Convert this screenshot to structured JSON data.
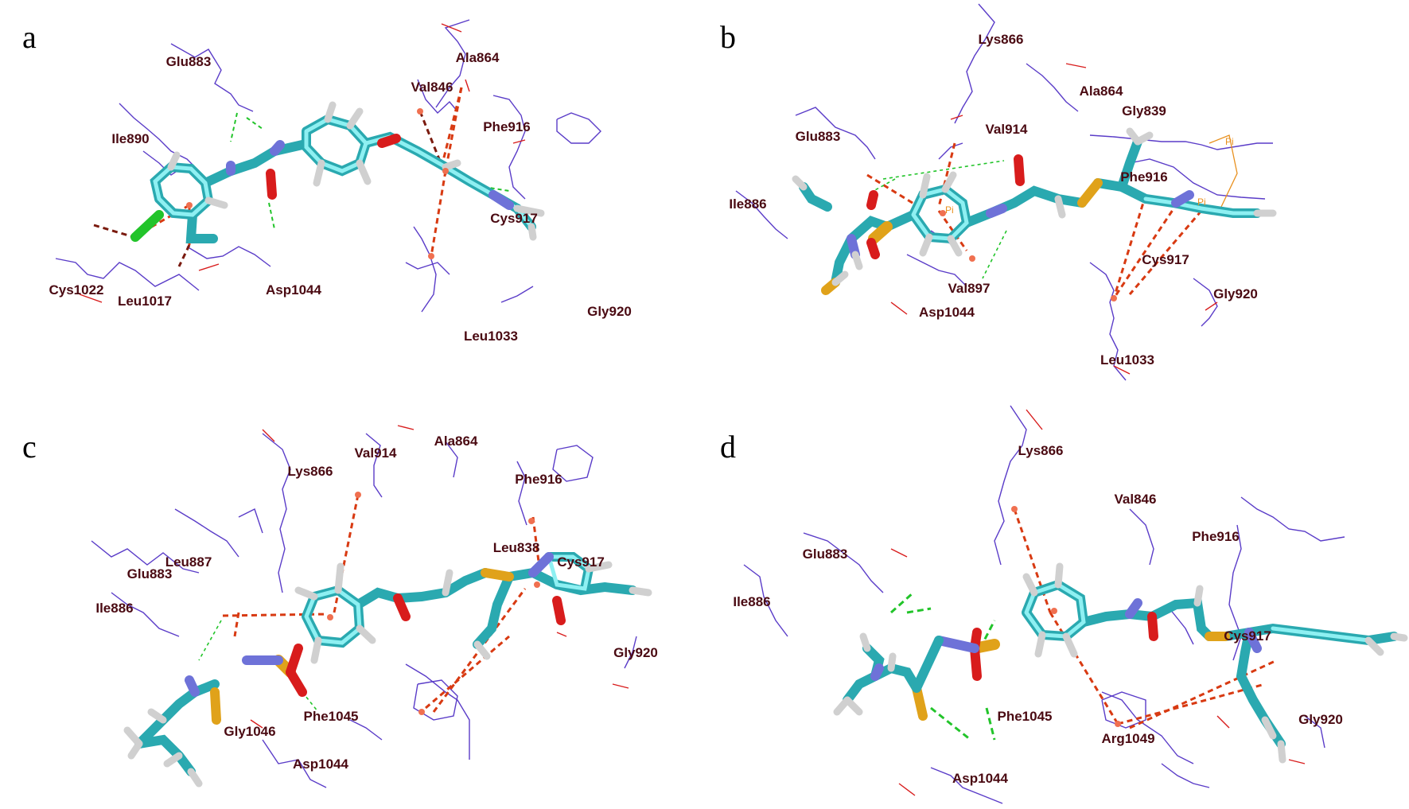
{
  "figure": {
    "colors": {
      "carbon": "#45d0d4",
      "hydrogen": "#e8e8e8",
      "nitrogen": "#6e72d8",
      "oxygen": "#d81c1c",
      "sulfur": "#e0a21a",
      "chlorine": "#22c42a",
      "residue_wire": "#5a3cc8",
      "hbond": "#22c42a",
      "hydrophobic": "#d83a12",
      "label": "#4a0a12",
      "pi": "#e8901e"
    },
    "panels": [
      {
        "letter": "a",
        "residues": [
          "Glu883",
          "Ala864",
          "Val846",
          "Ile890",
          "Phe916",
          "Cys917",
          "Cys1022",
          "Leu1017",
          "Asp1044",
          "Gly920",
          "Leu1033"
        ],
        "pi_labels": []
      },
      {
        "letter": "b",
        "residues": [
          "Lys866",
          "Ala864",
          "Gly839",
          "Glu883",
          "Val914",
          "Phe916",
          "Ile886",
          "Cys917",
          "Val897",
          "Asp1044",
          "Gly920",
          "Leu1033"
        ],
        "pi_labels": [
          "Pi",
          "Pi",
          "Pi"
        ]
      },
      {
        "letter": "c",
        "residues": [
          "Lys866",
          "Val914",
          "Ala864",
          "Phe916",
          "Leu838",
          "Cys917",
          "Leu887",
          "Glu883",
          "Ile886",
          "Gly920",
          "Phe1045",
          "Gly1046",
          "Asp1044"
        ],
        "pi_labels": []
      },
      {
        "letter": "d",
        "residues": [
          "Lys866",
          "Val846",
          "Glu883",
          "Phe916",
          "Ile886",
          "Cys917",
          "Phe1045",
          "Gly920",
          "Arg1049",
          "Asp1044"
        ],
        "pi_labels": []
      }
    ]
  }
}
